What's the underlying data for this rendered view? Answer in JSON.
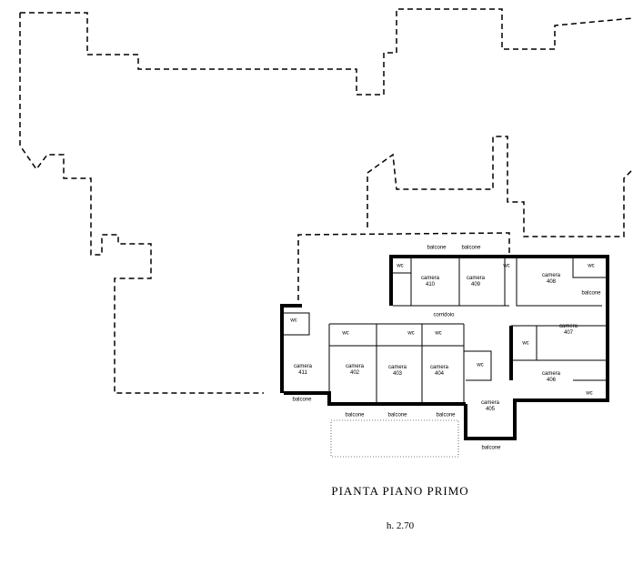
{
  "title": "PIANTA PIANO PRIMO",
  "height": "h. 2.70",
  "rooms": [
    {
      "name": "camera",
      "num": "410"
    },
    {
      "name": "camera",
      "num": "409"
    },
    {
      "name": "camera",
      "num": "408"
    },
    {
      "name": "camera",
      "num": "407"
    },
    {
      "name": "camera",
      "num": "406"
    },
    {
      "name": "camera",
      "num": "405"
    },
    {
      "name": "camera",
      "num": "404"
    },
    {
      "name": "camera",
      "num": "403"
    },
    {
      "name": "camera",
      "num": "402"
    },
    {
      "name": "camera",
      "num": "411"
    }
  ],
  "corridor": "corridoio",
  "balcony": "balcone",
  "wc": "wc"
}
